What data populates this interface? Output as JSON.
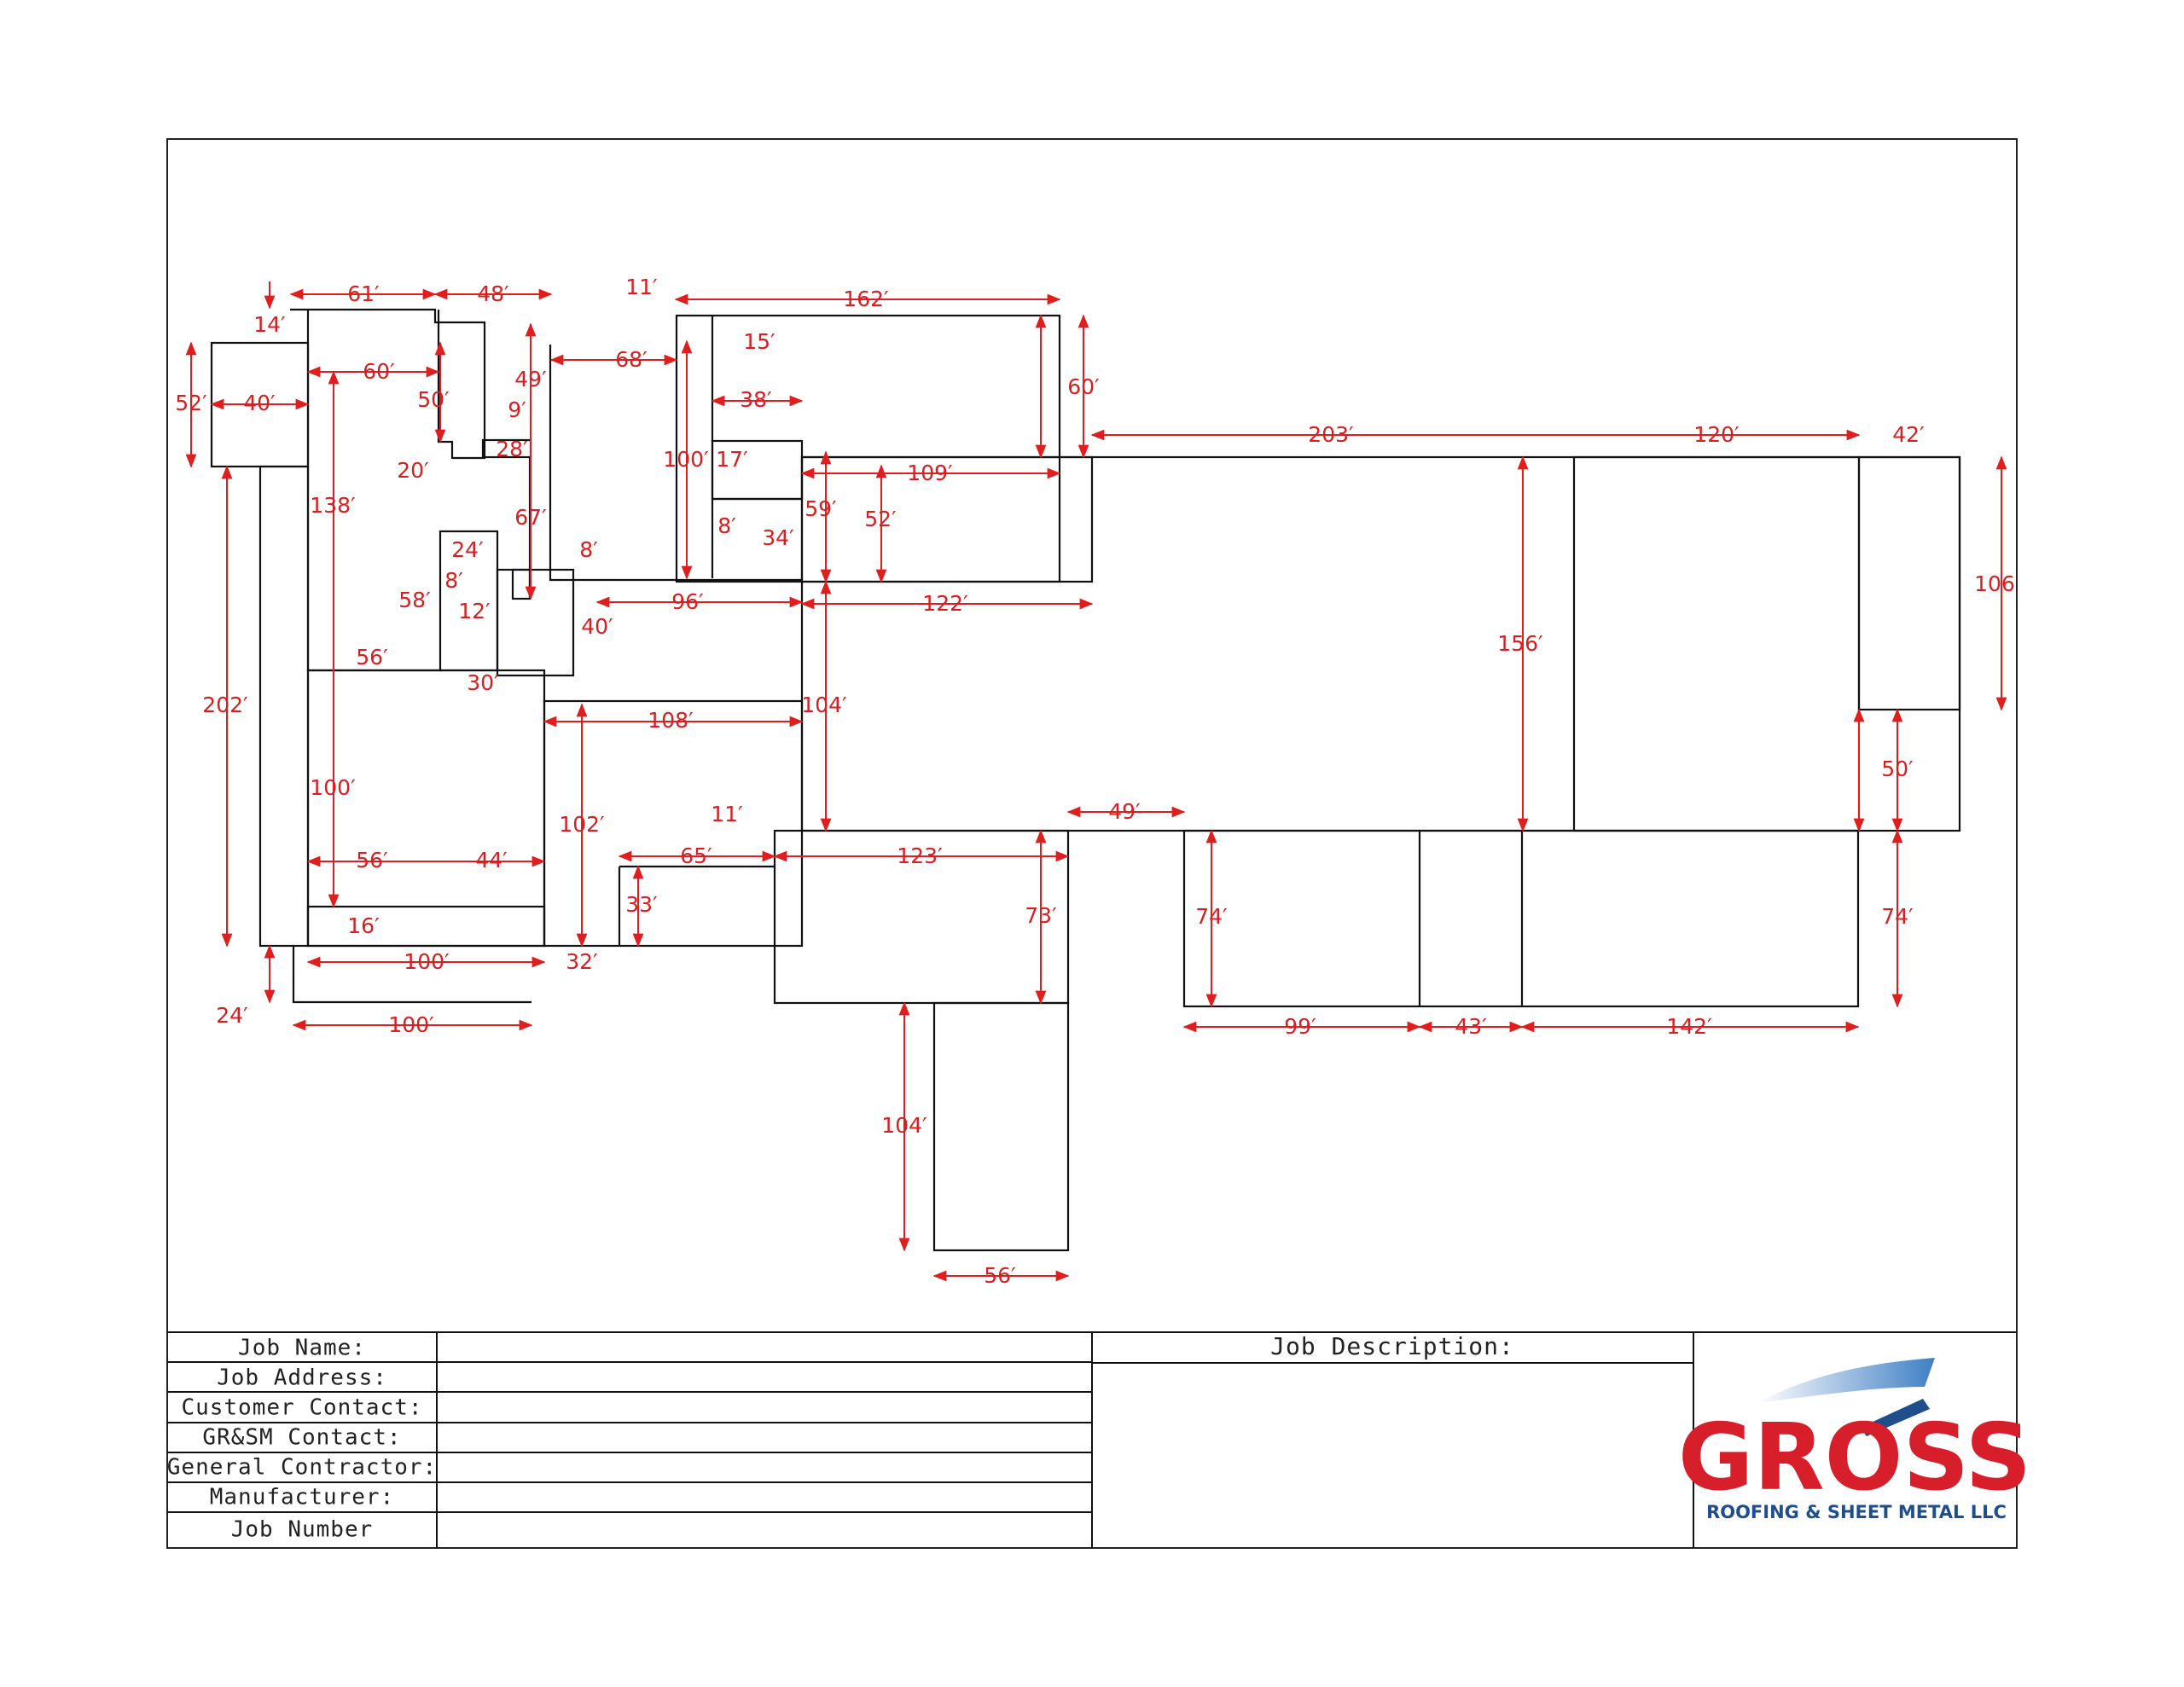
{
  "drawing": {
    "dimensions": {
      "d61": "61′",
      "d48": "48′",
      "d11a": "11′",
      "d162": "162′",
      "d14": "14′",
      "d60a": "60′",
      "d15": "15′",
      "d68": "68′",
      "d49a": "49′",
      "d60b": "60′",
      "d52a": "52′",
      "d40a": "40′",
      "d50a": "50′",
      "d38": "38′",
      "d9": "9′",
      "d28": "28′",
      "d20": "20′",
      "d100a": "100′",
      "d17": "17′",
      "d109": "109′",
      "d203": "203′",
      "d120": "120′",
      "d42": "42′",
      "d138": "138′",
      "d67": "67′",
      "d59": "59′",
      "d52b": "52′",
      "d8a": "8′",
      "d34": "34′",
      "d24a": "24′",
      "d8b": "8′",
      "d8c": "8′",
      "d58": "58′",
      "d12": "12′",
      "d96": "96′",
      "d122": "122′",
      "d40b": "40′",
      "d56a": "56′",
      "d30": "30′",
      "d106": "106",
      "d156": "156′",
      "d202": "202′",
      "d104a": "104′",
      "d108": "108′",
      "d100b": "100′",
      "d50b": "50′",
      "d11b": "11′",
      "d49b": "49′",
      "d102": "102′",
      "d65": "65′",
      "d123": "123′",
      "d56b": "56′",
      "d44": "44′",
      "d33": "33′",
      "d73": "73′",
      "d74a": "74′",
      "d74b": "74′",
      "d16": "16′",
      "d100c": "100′",
      "d32": "32′",
      "d24b": "24′",
      "d100d": "100′",
      "d99": "99′",
      "d43": "43′",
      "d142": "142′",
      "d104b": "104′",
      "d56c": "56′"
    }
  },
  "title_block": {
    "labels": [
      "Job Name:",
      "Job Address:",
      "Customer Contact:",
      "GR&SM Contact:",
      "General Contractor:",
      "Manufacturer:",
      "Job Number"
    ],
    "description_label": "Job Description:"
  },
  "logo": {
    "name": "GROSS",
    "tagline": "ROOFING & SHEET METAL LLC",
    "colors": {
      "red": "#d61f2a",
      "blue": "#1e4e8c"
    }
  },
  "colors": {
    "dimension": "#e01e1e",
    "outline": "#111111"
  }
}
